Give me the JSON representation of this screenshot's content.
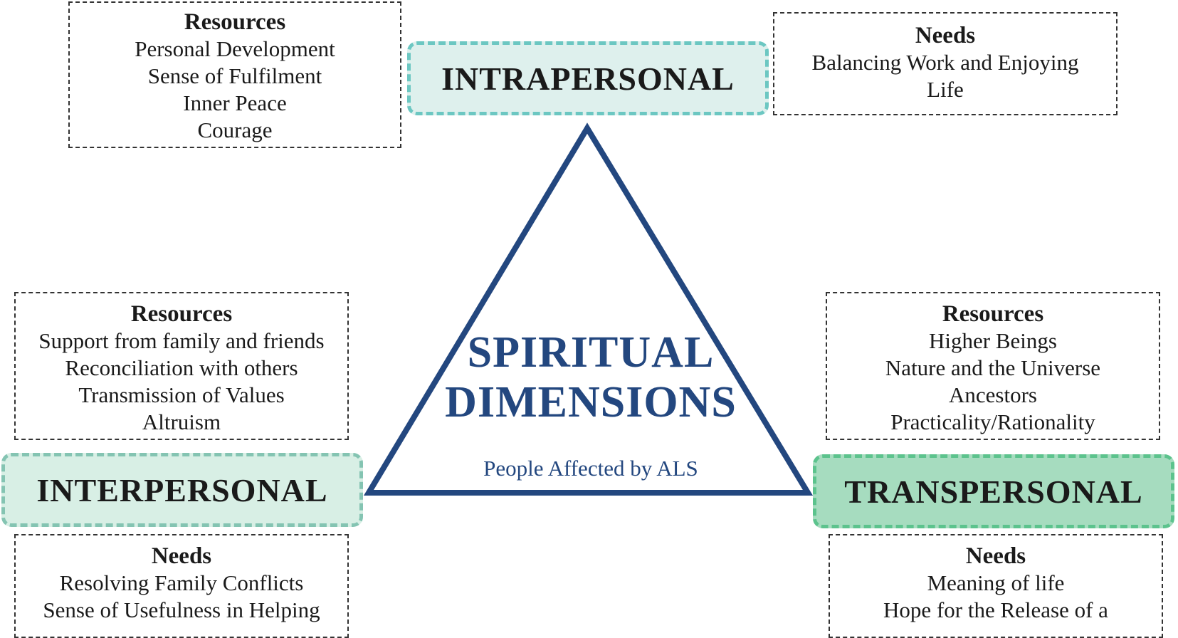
{
  "center": {
    "title_line1": "SPIRITUAL",
    "title_line2": "DIMENSIONS",
    "subtitle": "People Affected by ALS"
  },
  "intrapersonal": {
    "label": "INTRAPERSONAL",
    "resources": {
      "heading": "Resources",
      "items": [
        "Personal Development",
        "Sense of Fulfilment",
        "Inner Peace",
        "Courage"
      ]
    },
    "needs": {
      "heading": "Needs",
      "items": [
        "Balancing Work and Enjoying",
        "Life"
      ]
    }
  },
  "interpersonal": {
    "label": "INTERPERSONAL",
    "resources": {
      "heading": "Resources",
      "items": [
        "Support from family and friends",
        "Reconciliation with others",
        "Transmission of Values",
        "Altruism"
      ]
    },
    "needs": {
      "heading": "Needs",
      "items": [
        "Resolving Family Conflicts",
        "Sense of Usefulness in Helping"
      ]
    }
  },
  "transpersonal": {
    "label": "TRANSPERSONAL",
    "resources": {
      "heading": "Resources",
      "items": [
        "Higher Beings",
        "Nature and the Universe",
        "Ancestors",
        "Practicality/Rationality"
      ]
    },
    "needs": {
      "heading": "Needs",
      "items": [
        "Meaning of life",
        "Hope for the Release of a"
      ]
    }
  },
  "colors": {
    "triangle_stroke": "#23477f",
    "intrapersonal_fill": "#def0ed",
    "interpersonal_fill": "#d8efe5",
    "transpersonal_fill": "#a6dcbf"
  }
}
